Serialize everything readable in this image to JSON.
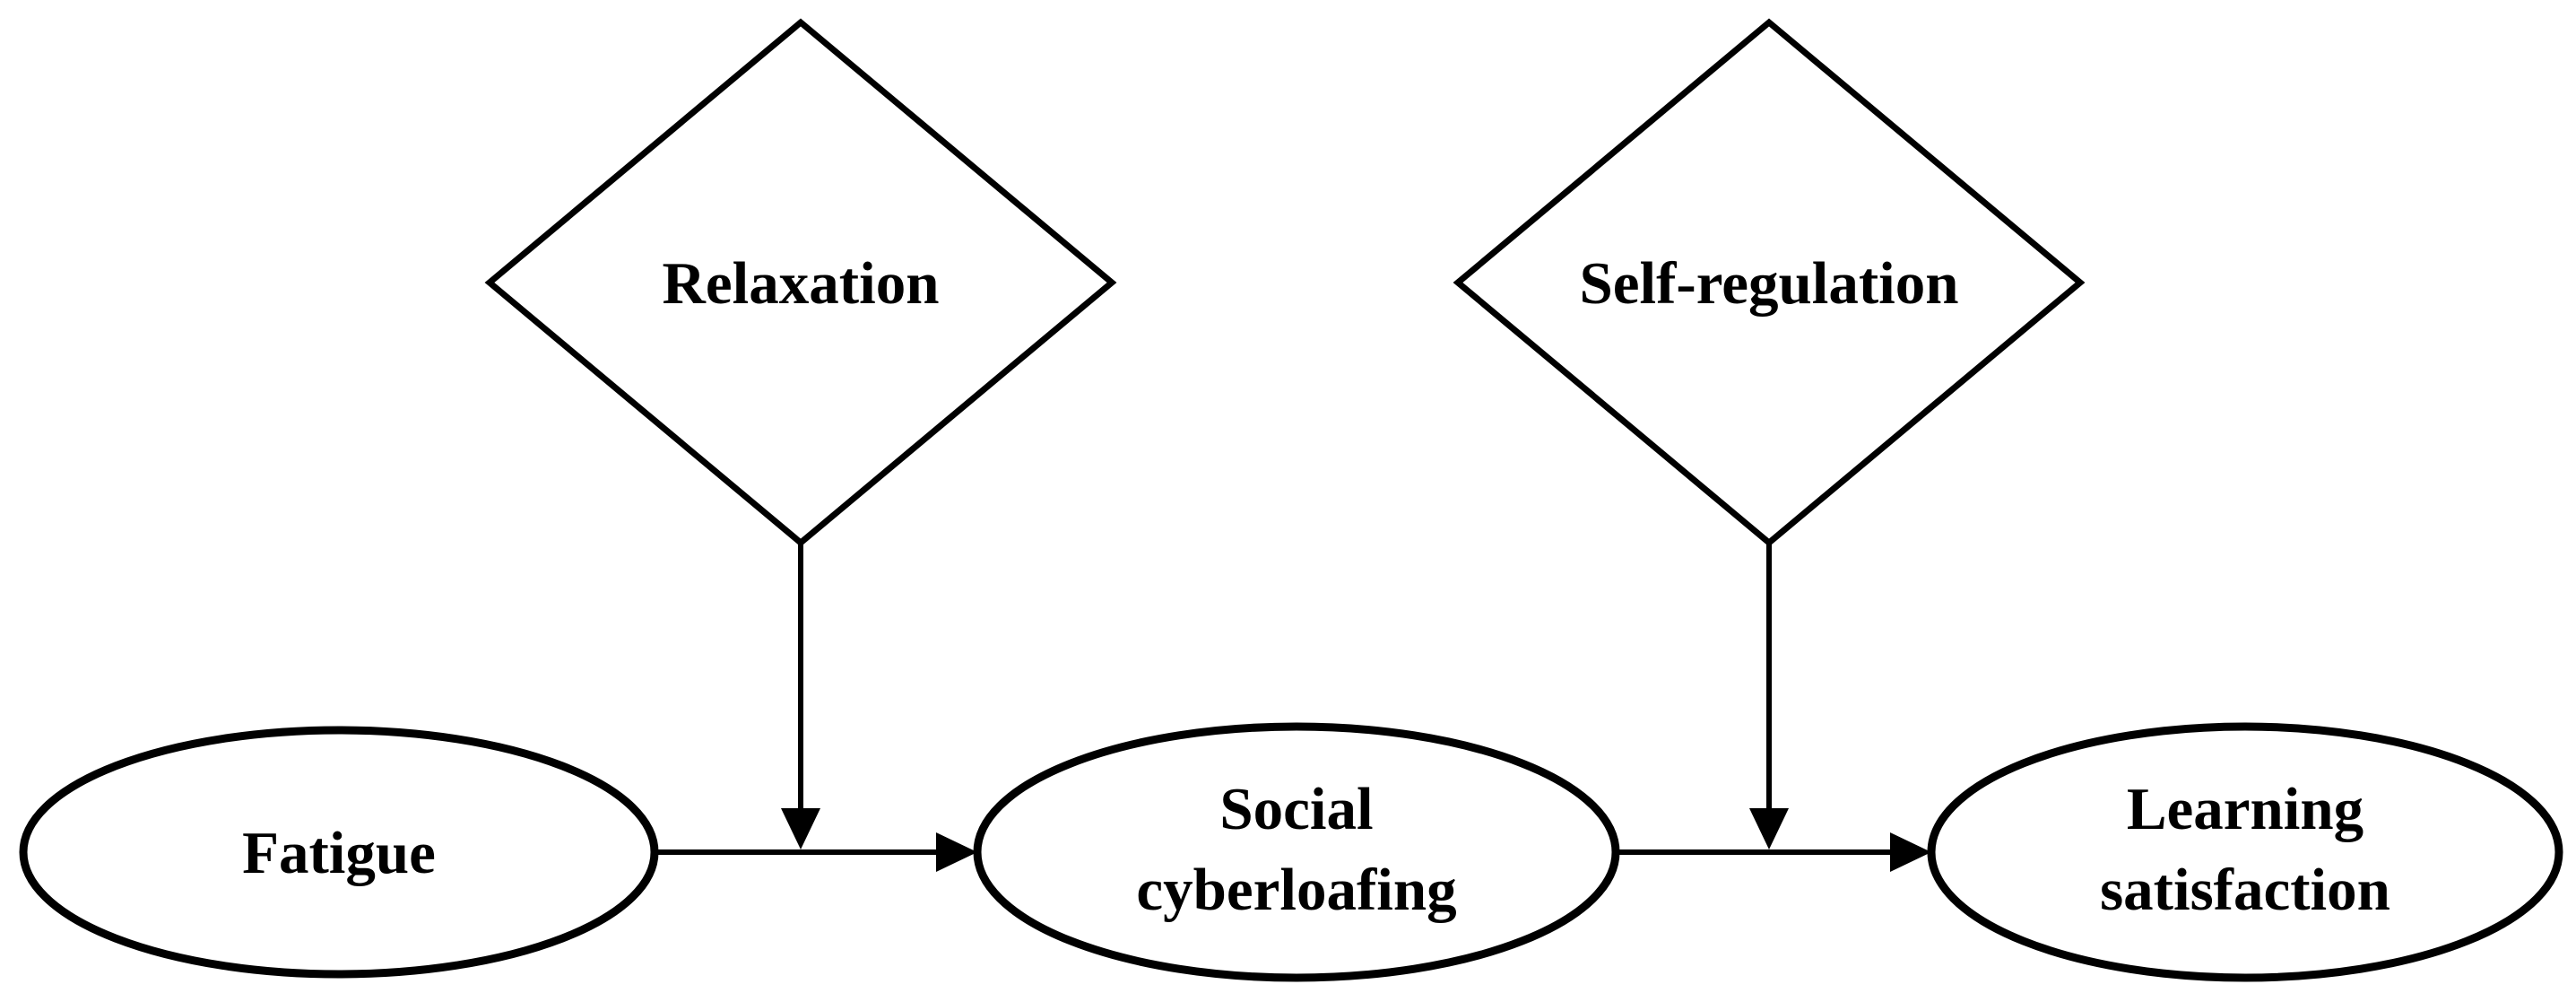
{
  "figure": {
    "type": "moderated-mediation-path-diagram",
    "background_color": "#ffffff",
    "line_color": "#000000",
    "text_color": "#000000",
    "nodes": [
      {
        "id": "relaxation",
        "shape": "diamond",
        "label_lines": [
          "Relaxation"
        ]
      },
      {
        "id": "self_regulation",
        "shape": "diamond",
        "label_lines": [
          "Self-regulation"
        ]
      },
      {
        "id": "fatigue",
        "shape": "ellipse",
        "label_lines": [
          "Fatigue"
        ]
      },
      {
        "id": "social_cyberloafing",
        "shape": "ellipse",
        "label_lines": [
          "Social",
          "cyberloafing"
        ]
      },
      {
        "id": "learning_satisfaction",
        "shape": "ellipse",
        "label_lines": [
          "Learning",
          "satisfaction"
        ]
      }
    ],
    "edges": [
      {
        "id": "fatigue_to_social_cyberloafing",
        "from": "fatigue",
        "to": "social_cyberloafing",
        "arrow": "filled-triangle"
      },
      {
        "id": "social_cyberloafing_to_learning_satisfaction",
        "from": "social_cyberloafing",
        "to": "learning_satisfaction",
        "arrow": "filled-triangle"
      },
      {
        "id": "relaxation_moderation",
        "from": "relaxation",
        "to": "fatigue_to_social_cyberloafing",
        "arrow": "filled-triangle"
      },
      {
        "id": "self_regulation_moderation",
        "from": "self_regulation",
        "to": "social_cyberloafing_to_learning_satisfaction",
        "arrow": "filled-triangle"
      }
    ]
  }
}
